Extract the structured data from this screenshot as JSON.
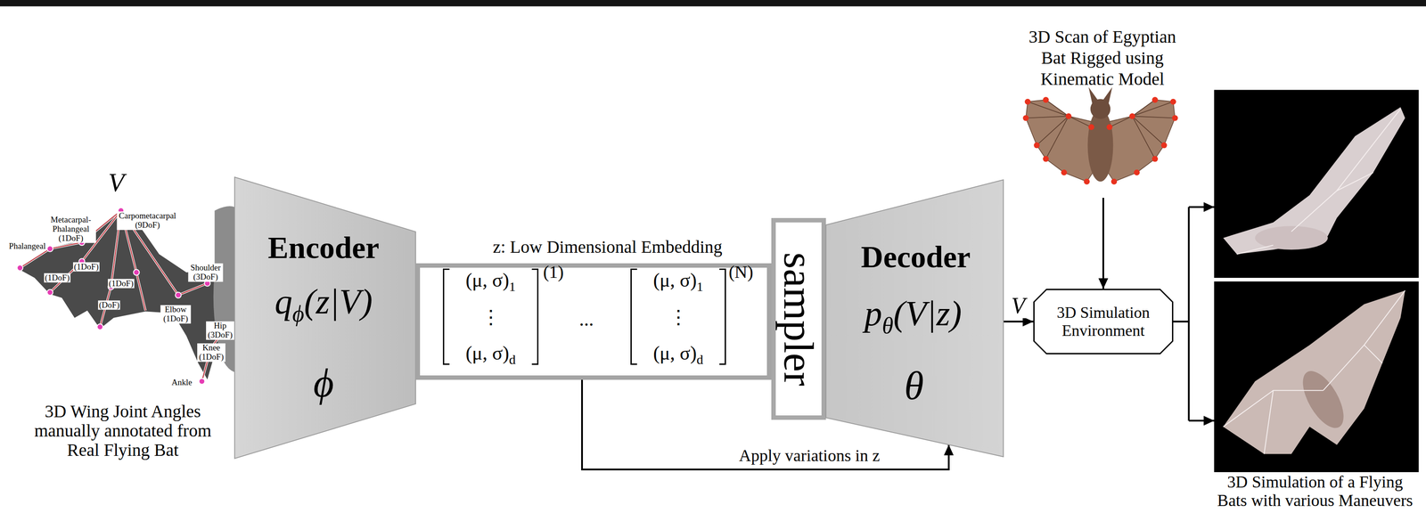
{
  "diagram": {
    "nodes": [
      {
        "text": [
          "Encoder",
          "q",
          "ϕ",
          "(z|V)",
          "ϕ"
        ]
      },
      {
        "text": [
          "z: Low Dimensional Embedding",
          "(μ, σ)",
          "1",
          "⋮",
          "(μ, σ)",
          "d",
          "(1)",
          "...",
          "(μ, σ)",
          "1",
          "⋮",
          "(μ, σ)",
          "d",
          "(N)"
        ]
      },
      {
        "text": [
          "sampler"
        ]
      },
      {
        "text": [
          "Decoder",
          "p",
          "θ",
          "(V|z)",
          "θ"
        ]
      },
      {
        "text": [
          "3D Scan of Egyptian Bat Rigged using Kinematic Model"
        ]
      },
      {
        "text": [
          "3D Simulation Environment"
        ]
      },
      {
        "text": [
          "3D Simulation of a Flying Bats with various Maneuvers"
        ]
      }
    ],
    "edges": [
      {
        "from": 1,
        "to": 3,
        "arrow": "to",
        "label": "Apply variations in z"
      },
      {
        "from": 3,
        "to": 5,
        "arrow": "to",
        "label": "V"
      },
      {
        "from": 4,
        "to": 5,
        "arrow": "to"
      },
      {
        "from": 5,
        "to": 6,
        "arrow": "to"
      }
    ],
    "labels": [
      "V",
      "Phalangeal",
      "Metacarpal- Phalangeal (1DoF)",
      "Carpometacarpal (9DoF)",
      "(1DoF)",
      "(1DoF)",
      "(1DoF)",
      "(DoF)",
      "Shoulder (3DoF)",
      "Elbow (1DoF)",
      "Hip (3DoF)",
      "Knee (1DoF)",
      "Ankle",
      "3D Wing Joint Angles manually annotated from Real Flying Bat"
    ]
  }
}
